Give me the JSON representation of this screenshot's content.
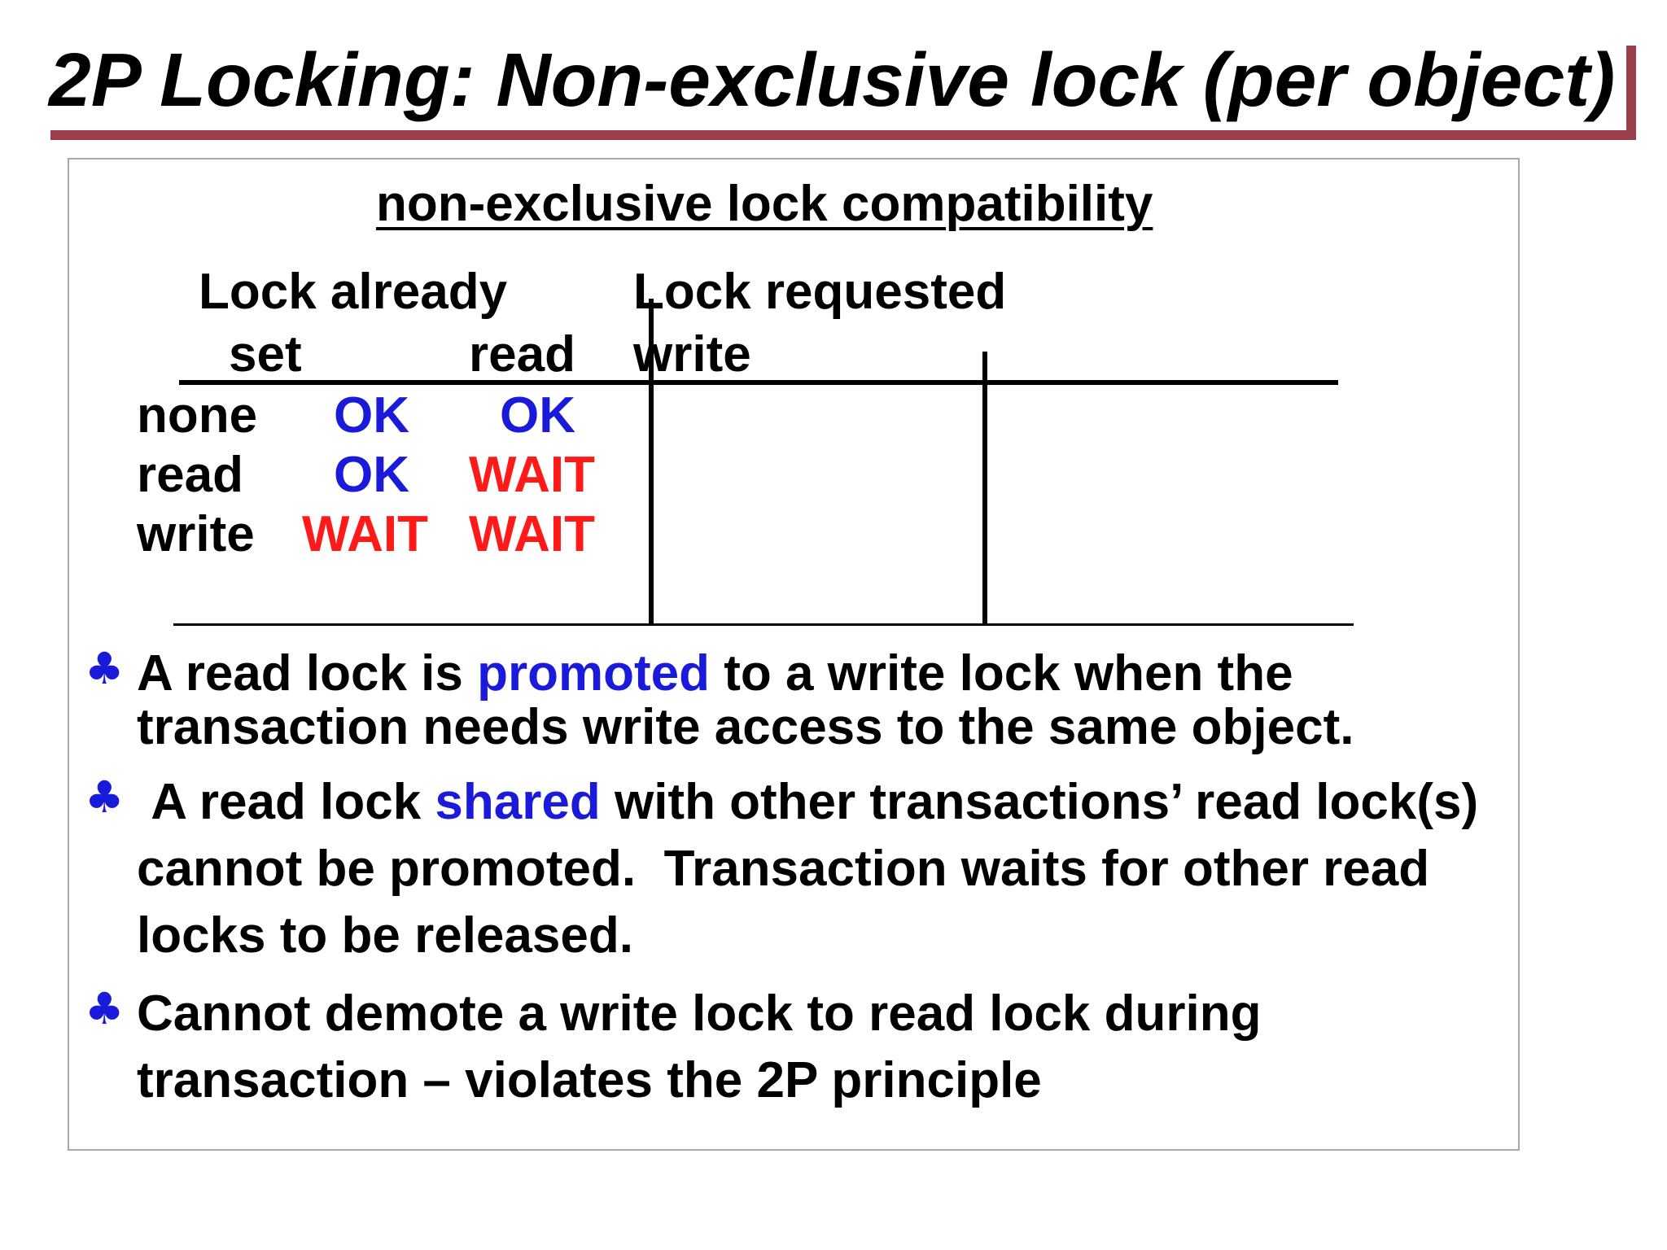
{
  "slide": {
    "title": "2P Locking: Non-exclusive lock (per object)"
  },
  "table": {
    "heading": "non-exclusive lock compatibility",
    "header": {
      "lock_already": "Lock already",
      "set": "set",
      "lock_requested": "Lock requested",
      "read": "read",
      "write": "write"
    },
    "rows": [
      {
        "label": "none",
        "read": "OK",
        "write": "OK"
      },
      {
        "label": "read",
        "read": "OK",
        "write": "WAIT"
      },
      {
        "label": "write",
        "read": "WAIT",
        "write": "WAIT"
      }
    ]
  },
  "bullets": [
    {
      "before": "A read lock is ",
      "highlight": "promoted",
      "after": " to a write lock when the transaction needs write access to the same object."
    },
    {
      "before": " A read lock ",
      "highlight": "shared",
      "after": " with other transactions’ read lock(s) cannot be promoted.  Transaction waits for other read locks to be released."
    },
    {
      "before": "Cannot demote a write lock to read lock during transaction – violates the 2P principle",
      "highlight": "",
      "after": ""
    }
  ],
  "colors": {
    "ok": "#1a1adb",
    "wait": "#ff1a1a",
    "accent_rule": "#9b3f4c",
    "bullet_icon": "#1a1adb"
  },
  "icons": {
    "bullet": "club-icon"
  }
}
